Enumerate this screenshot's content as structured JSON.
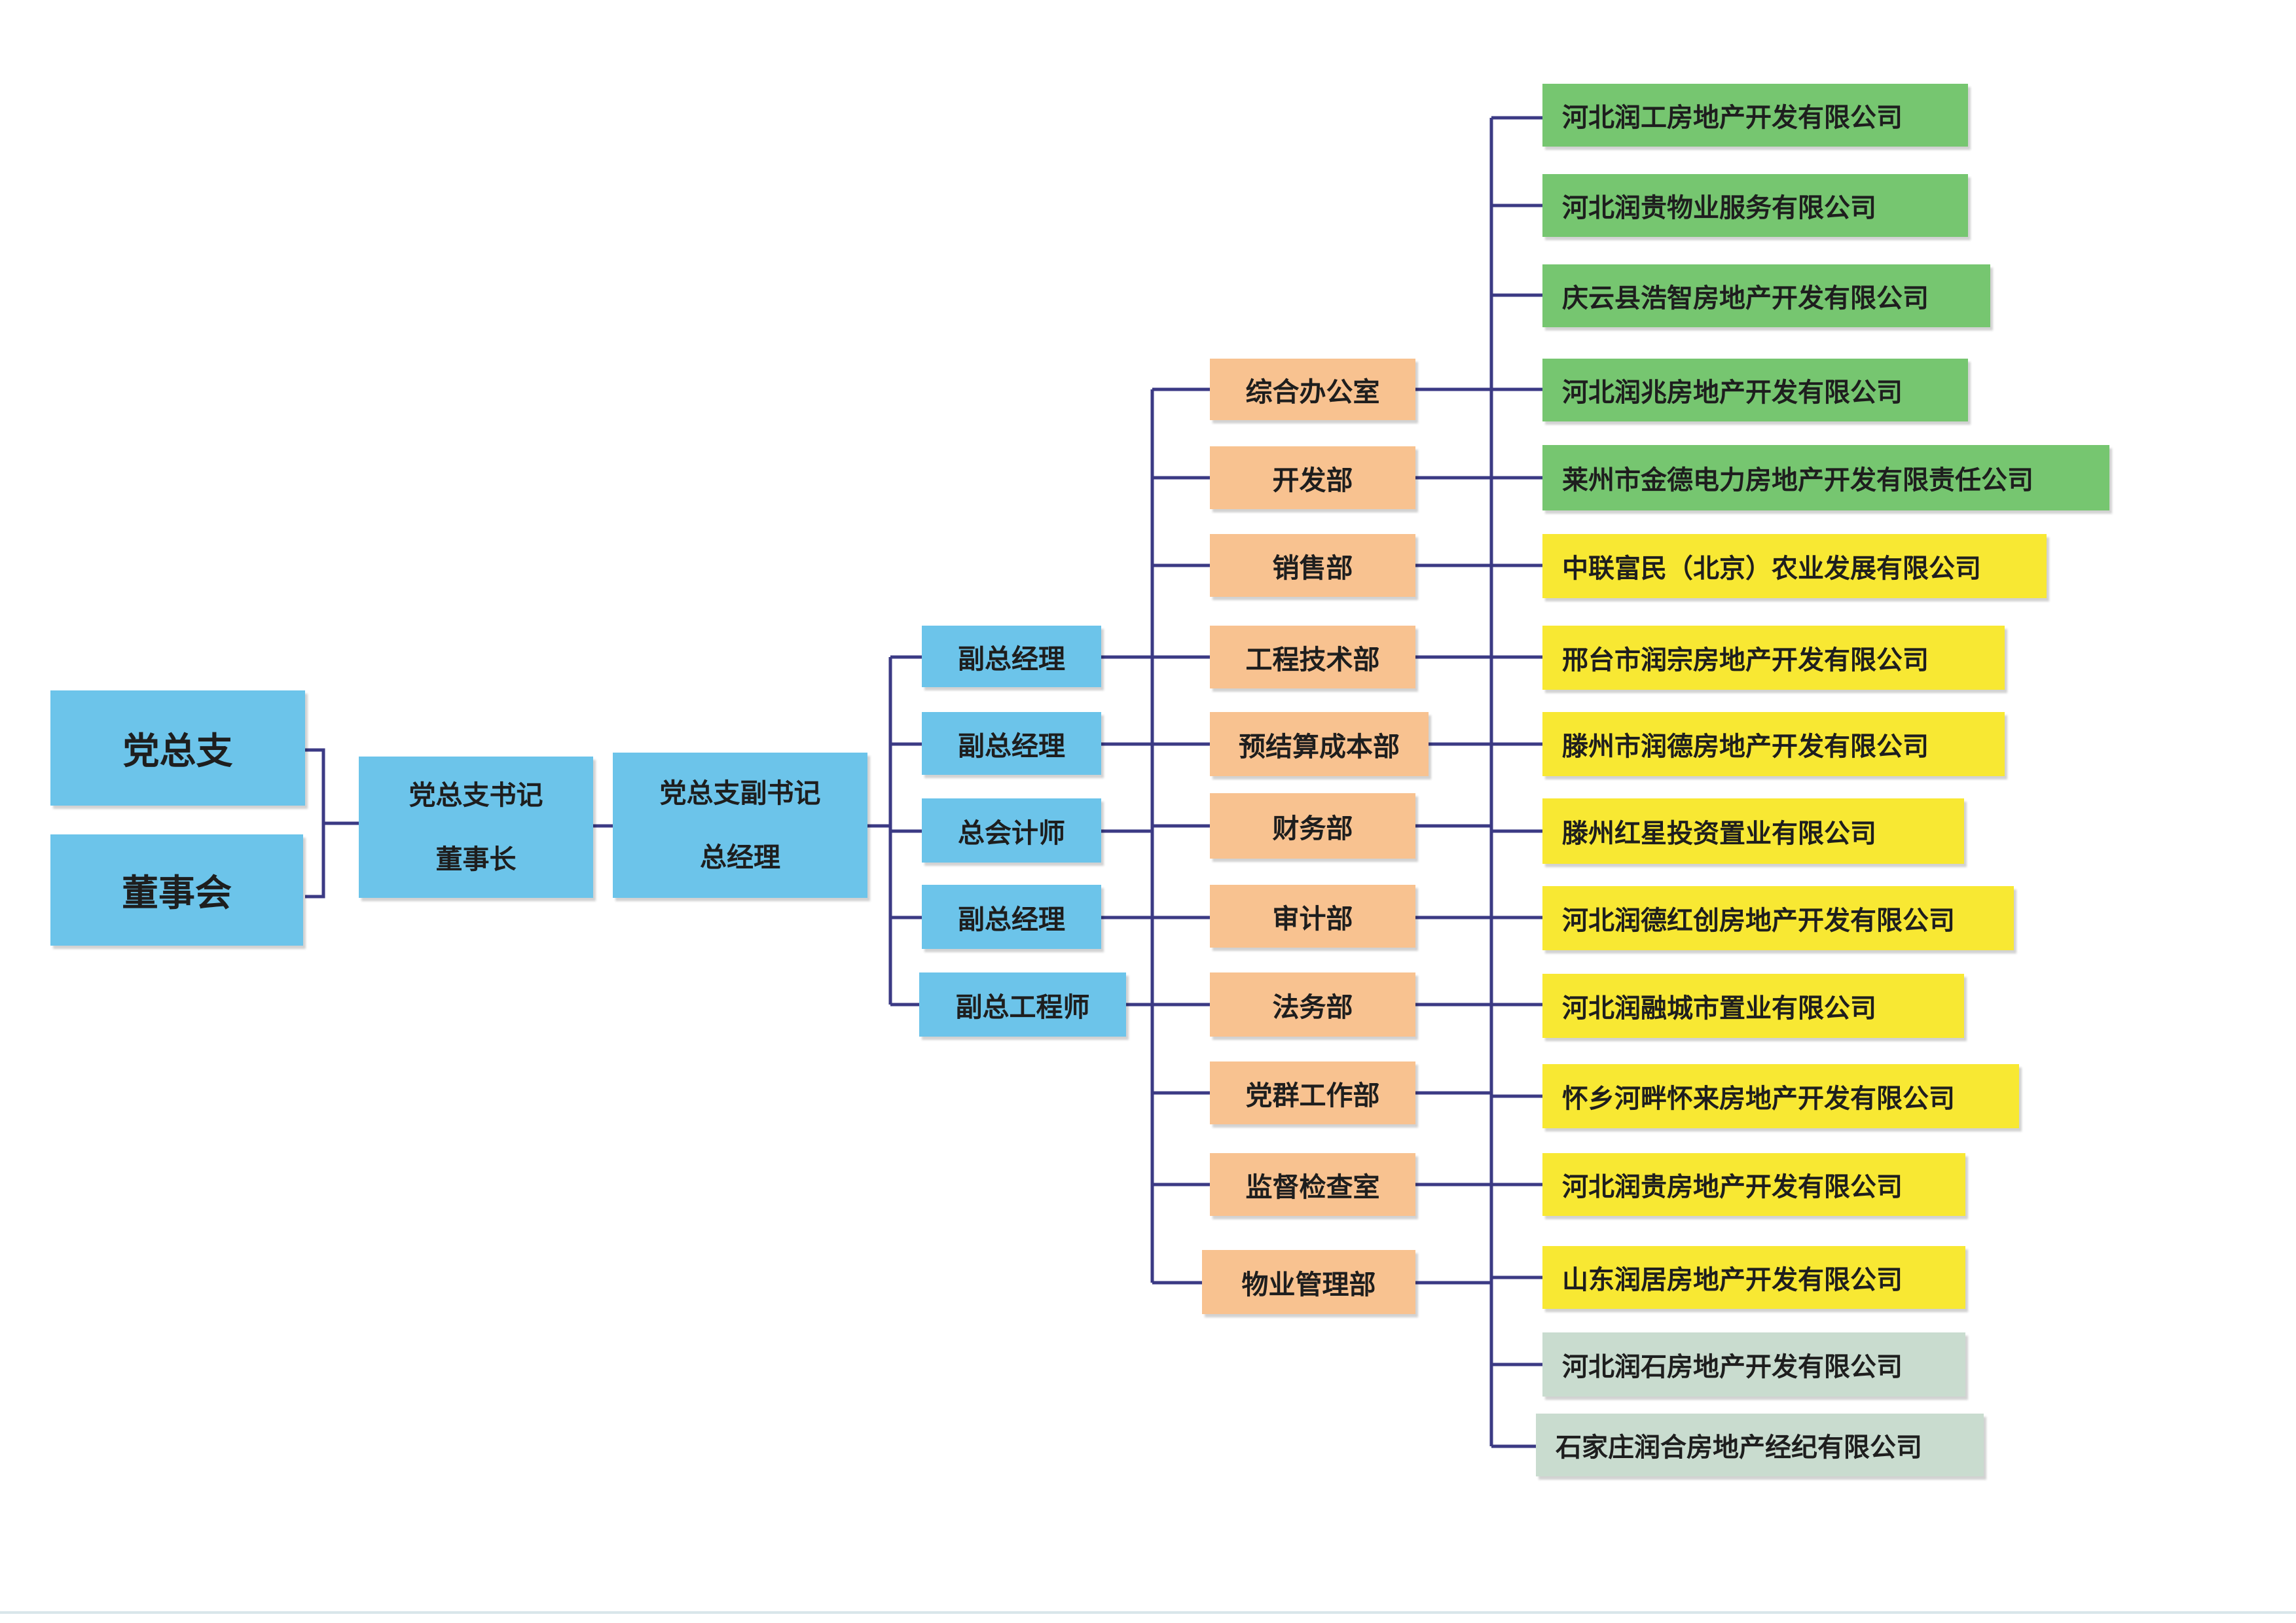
{
  "top": {
    "party_branch": "党总支",
    "board": "董事会"
  },
  "secretary": {
    "line1": "党总支书记",
    "line2": "董事长"
  },
  "deputy_secretary": {
    "line1": "党总支副书记",
    "line2": "总经理"
  },
  "managers": [
    "副总经理",
    "副总经理",
    "总会计师",
    "副总经理",
    "副总工程师"
  ],
  "departments": [
    "综合办公室",
    "开发部",
    "销售部",
    "工程技术部",
    "预结算成本部",
    "财务部",
    "审计部",
    "法务部",
    "党群工作部",
    "监督检查室",
    "物业管理部"
  ],
  "companies": [
    {
      "name": "河北润工房地产开发有限公司",
      "color": "#76c670"
    },
    {
      "name": "河北润贵物业服务有限公司",
      "color": "#76c670"
    },
    {
      "name": "庆云县浩智房地产开发有限公司",
      "color": "#76c670"
    },
    {
      "name": "河北润兆房地产开发有限公司",
      "color": "#76c670"
    },
    {
      "name": "莱州市金德电力房地产开发有限责任公司",
      "color": "#76c670"
    },
    {
      "name": "中联富民（北京）农业发展有限公司",
      "color": "#f8e833"
    },
    {
      "name": "邢台市润宗房地产开发有限公司",
      "color": "#f8e833"
    },
    {
      "name": "滕州市润德房地产开发有限公司",
      "color": "#f8e833"
    },
    {
      "name": "滕州红星投资置业有限公司",
      "color": "#f8e833"
    },
    {
      "name": "河北润德红创房地产开发有限公司",
      "color": "#f8e833"
    },
    {
      "name": "河北润融城市置业有限公司",
      "color": "#f8e833"
    },
    {
      "name": "怀乡河畔怀来房地产开发有限公司",
      "color": "#f8e833"
    },
    {
      "name": "河北润贵房地产开发有限公司",
      "color": "#f8e833"
    },
    {
      "name": "山东润居房地产开发有限公司",
      "color": "#f8e833"
    },
    {
      "name": "河北润石房地产开发有限公司",
      "color": "#c9dccf"
    },
    {
      "name": "石家庄润合房地产经纪有限公司",
      "color": "#c9dccf"
    }
  ]
}
